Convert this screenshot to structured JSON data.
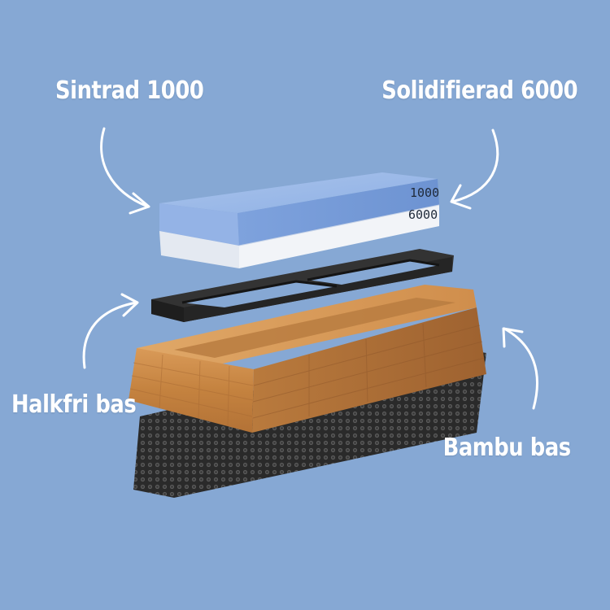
{
  "labels": {
    "top_left": "Sintrad 1000",
    "top_right": "Solidifierad 6000",
    "bottom_left": "Halkfri bas",
    "bottom_right": "Bambu bas"
  },
  "stone": {
    "top_grit": "1000",
    "bottom_grit": "6000"
  },
  "colors": {
    "background": "#86A8D4",
    "stone_blue": "#7FA3DE",
    "stone_white": "#E8ECF2",
    "holder_black": "#2A2A2A",
    "bamboo": "#C9884A",
    "mat": "#2B2B2B"
  }
}
